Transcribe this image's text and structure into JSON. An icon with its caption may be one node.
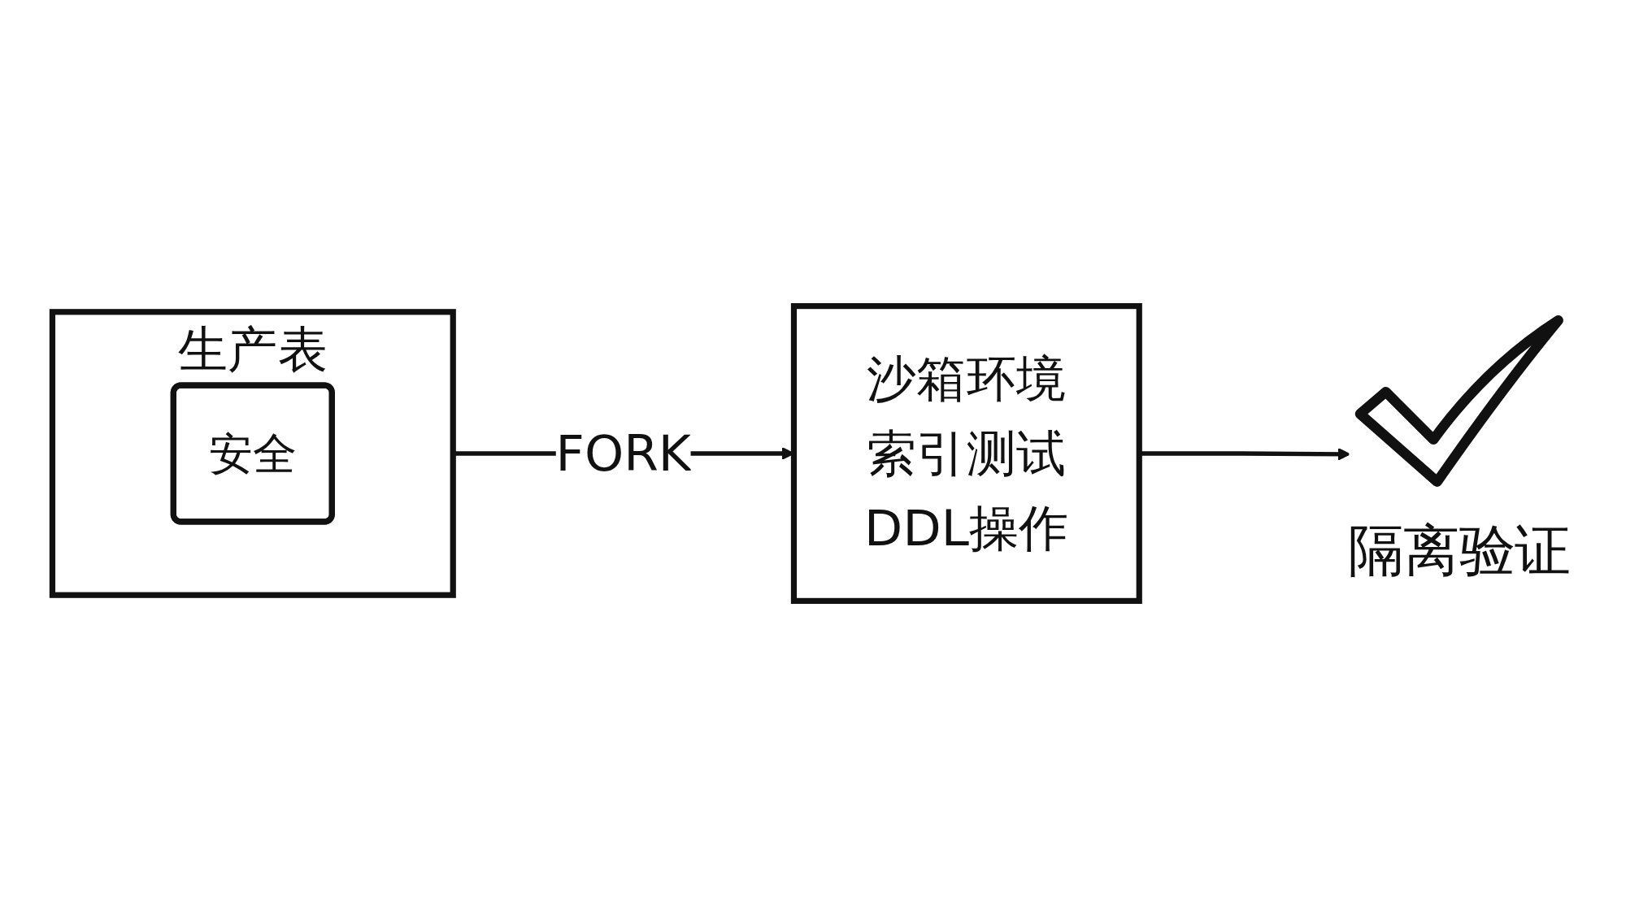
{
  "diagram": {
    "nodes": [
      {
        "text": [
          "生产表"
        ]
      },
      {
        "text": [
          "安全"
        ],
        "in": 0
      },
      {
        "text": [
          "沙箱环境",
          "索引测试",
          "DDL操作"
        ]
      },
      {
        "text": [
          "隔离验证"
        ]
      }
    ],
    "edges": [
      {
        "from": 0,
        "to": 2,
        "label": "FORK",
        "arrow": "to"
      },
      {
        "from": 2,
        "to": 3,
        "arrow": "to"
      }
    ]
  }
}
